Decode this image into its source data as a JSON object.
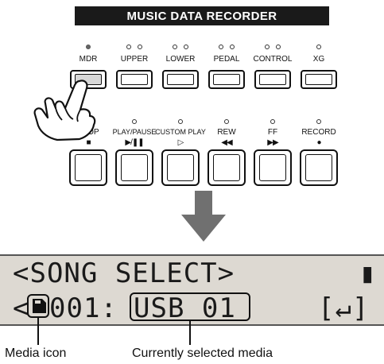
{
  "header": {
    "title": "MUSIC DATA RECORDER"
  },
  "top_buttons": [
    {
      "label": "MDR",
      "leds": 1,
      "led_on": true
    },
    {
      "label": "UPPER",
      "leds": 2,
      "led_on": false
    },
    {
      "label": "LOWER",
      "leds": 2,
      "led_on": false
    },
    {
      "label": "PEDAL",
      "leds": 2,
      "led_on": false
    },
    {
      "label": "CONTROL",
      "leds": 2,
      "led_on": false
    },
    {
      "label": "XG",
      "leds": 1,
      "led_on": false
    }
  ],
  "bottom_buttons": [
    {
      "label": "STOP",
      "symbol": "■"
    },
    {
      "label": "PLAY/PAUSE",
      "symbol": "▶/❚❚"
    },
    {
      "label": "CUSTOM PLAY",
      "symbol": "▷"
    },
    {
      "label": "REW",
      "symbol": "◀◀"
    },
    {
      "label": "FF",
      "symbol": "▶▶"
    },
    {
      "label": "RECORD",
      "symbol": "●"
    }
  ],
  "lcd": {
    "line1": "<SONG SELECT>",
    "line1_right": "▮",
    "line2_prefix": "<",
    "line2_number": "001:",
    "line2_media": "USB 01",
    "line2_right": "[↵]"
  },
  "captions": {
    "media_icon": "Media icon",
    "selected_media": "Currently selected media"
  },
  "colors": {
    "lcd_bg": "#ddd9d2",
    "arrow": "#707070",
    "pressed": "#d8d8d8"
  }
}
